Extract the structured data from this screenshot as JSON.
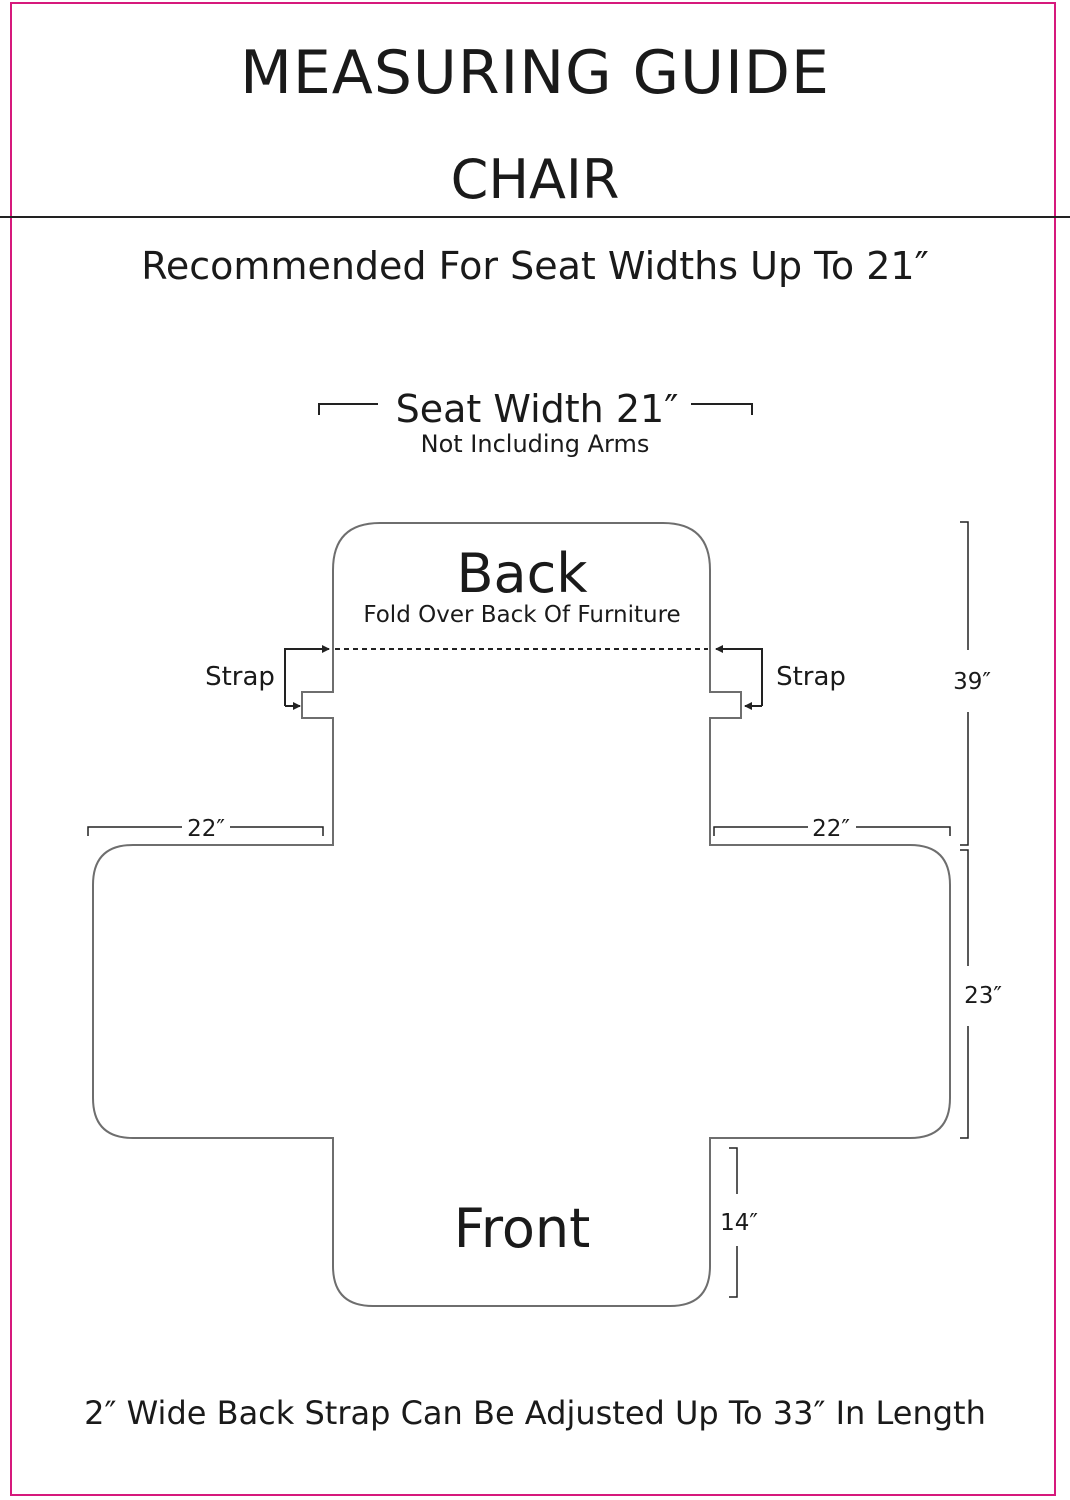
{
  "header": {
    "title": "MEASURING GUIDE",
    "subtitle": "CHAIR"
  },
  "recommendation": "Recommended For Seat Widths Up To 21″",
  "diagram": {
    "seat_width_label": "Seat Width 21″",
    "seat_width_note": "Not Including Arms",
    "back_label": "Back",
    "back_note": "Fold Over Back Of Furniture",
    "strap_left_label": "Strap",
    "strap_right_label": "Strap",
    "arm_left_dim": "22″",
    "arm_right_dim": "22″",
    "back_height_dim": "39″",
    "seat_depth_dim": "23″",
    "front_label": "Front",
    "front_dim": "14″",
    "outline_color": "#6e6e6e",
    "frame_color": "#d6197c"
  },
  "footer": "2″ Wide Back Strap Can Be Adjusted Up To 33″ In Length"
}
